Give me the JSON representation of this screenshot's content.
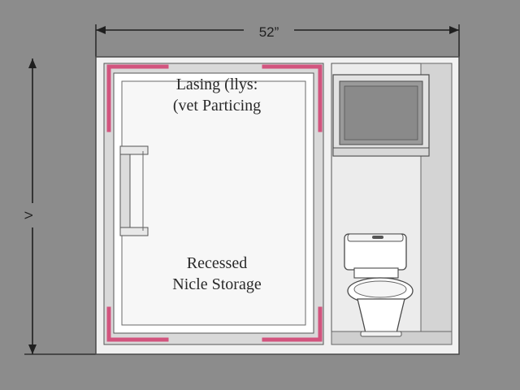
{
  "dimensions": {
    "width_label": "52”",
    "height_label": "V"
  },
  "room_label": {
    "line1": "Lasing (llys:",
    "line2": "(vet Particing"
  },
  "storage_label": {
    "line1": "Recessed",
    "line2": "Nicle Storage"
  },
  "colors": {
    "background": "#8c8c8c",
    "wall": "#e9e9e9",
    "trim": "#d2547e",
    "outline": "#4a4a4a"
  }
}
